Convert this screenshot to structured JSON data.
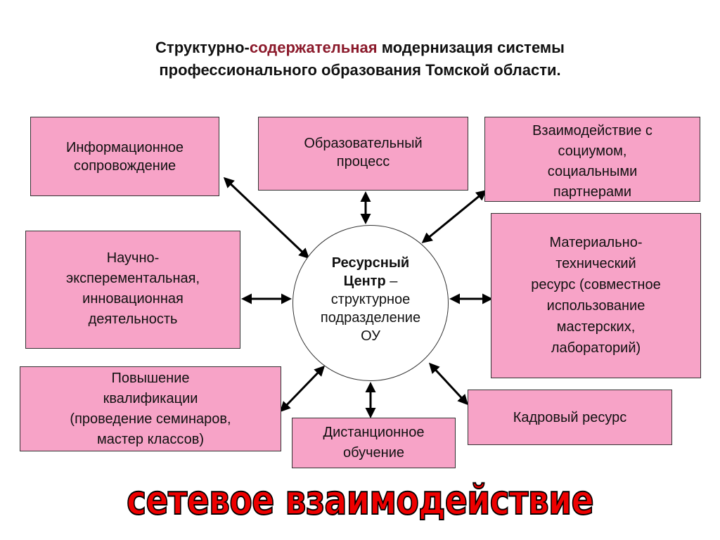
{
  "title": {
    "prefix": "Структурно-",
    "highlight": "содержательная",
    "suffix": " модернизация системы",
    "line2": "профессионального образования Томской области."
  },
  "center": {
    "line1": "Ресурсный",
    "line2_bold": "Центр",
    "line2_rest": " –",
    "line3": "структурное",
    "line4": "подразделение",
    "line5": "ОУ"
  },
  "boxes": {
    "info": [
      "Информационное",
      "сопровождение"
    ],
    "edu": [
      "Образовательный",
      "процесс"
    ],
    "social": [
      "Взаимодействие с",
      "социумом,",
      "социальными",
      "партнерами"
    ],
    "science": [
      "Научно-",
      "эксперементальная,",
      "инновационная",
      "деятельность"
    ],
    "material": [
      "Материально-",
      "технический",
      "ресурс (совместное",
      "использование",
      "мастерских,",
      "лабораторий)"
    ],
    "qualification": [
      "Повышение",
      "квалификации",
      "(проведение семинаров,",
      "мастер классов)"
    ],
    "distance": [
      "Дистанционное",
      "обучение"
    ],
    "staff": [
      "Кадровый ресурс"
    ]
  },
  "footer": "сетевое взаимодействие",
  "colors": {
    "box_fill": "#f7a3c7",
    "highlight": "#8b1a2b",
    "footer_fill": "#ee0000"
  }
}
